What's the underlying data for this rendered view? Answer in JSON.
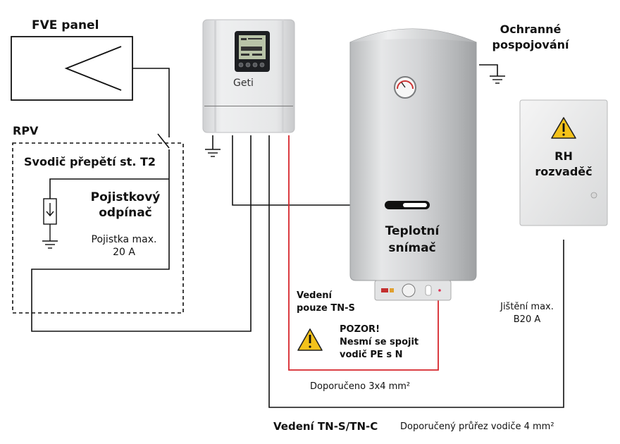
{
  "labels": {
    "fve_panel": "FVE panel",
    "rpv": "RPV",
    "svodic": "Svodič přepětí st. T2",
    "pojistkovy_1": "Pojistkový",
    "pojistkovy_2": "odpínač",
    "pojistka_1": "Pojistka max.",
    "pojistka_2": "20 A",
    "ochranne_1": "Ochranné",
    "ochranne_2": "pospojování",
    "rh_1": "RH",
    "rh_2": "rozvaděč",
    "teplotni_1": "Teplotní",
    "teplotni_2": "snímač",
    "vedeni_tns_1": "Vedení",
    "vedeni_tns_2": "pouze TN-S",
    "pozor_1": "POZOR!",
    "pozor_2": "Nesmí se spojit",
    "pozor_3": "vodič PE s N",
    "jisteni_1": "Jištění max.",
    "jisteni_2": "B20 A",
    "doporuceno": "Doporučeno 3x4 mm²",
    "vedeni_tnc": "Vedení TN-S/TN-C",
    "doporuceny_prurez": "Doporučený průřez vodiče 4 mm²",
    "controller_brand": "Geti"
  },
  "colors": {
    "wire": "#111111",
    "red_wire": "#d6262c",
    "warning": "#f4c21a",
    "boiler_body": "#d9dadb",
    "device_body": "#e8e9ea",
    "cabinet": "#ececec"
  },
  "icons": [
    "warning-icon",
    "ground-symbol-icon",
    "surge-arrester-icon",
    "thermometer-gauge-icon"
  ]
}
